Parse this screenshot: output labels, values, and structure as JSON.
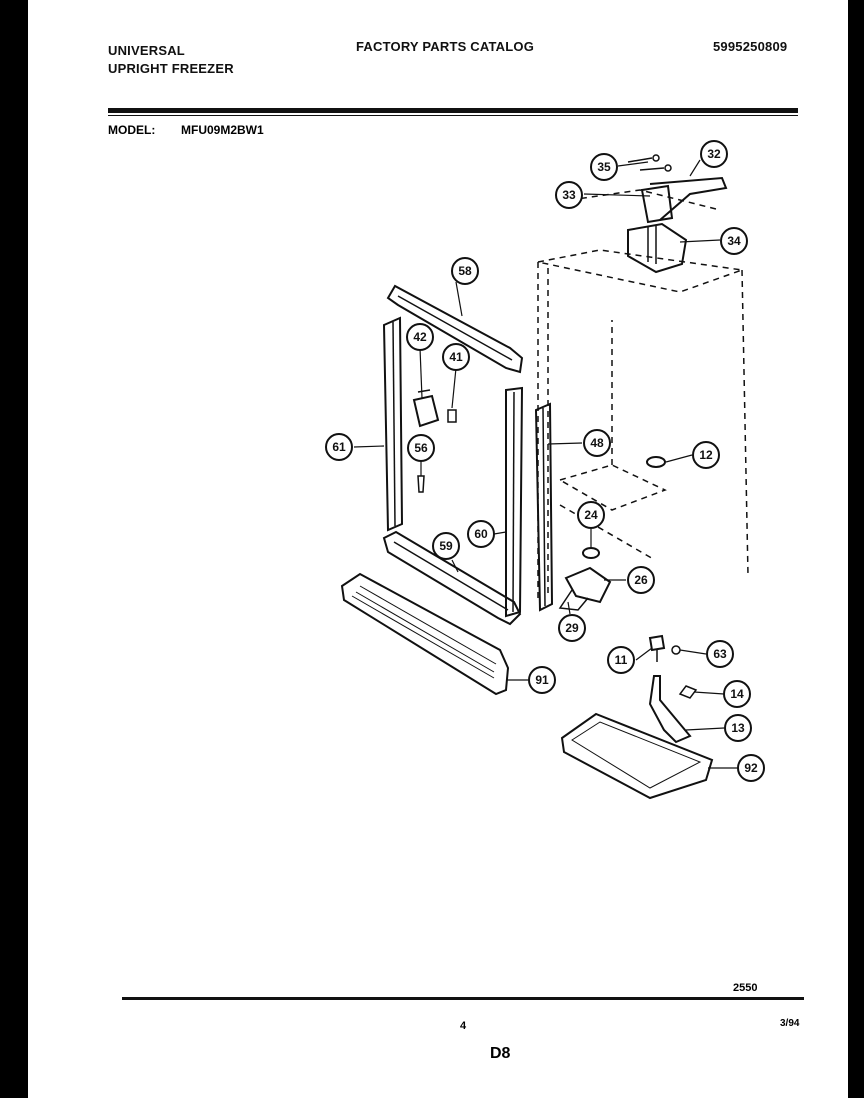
{
  "header": {
    "brand_line1": "UNIVERSAL",
    "brand_line2": "UPRIGHT FREEZER",
    "catalog_title": "FACTORY PARTS CATALOG",
    "part_number": "5995250809"
  },
  "model": {
    "label": "MODEL:",
    "value": "MFU09M2BW1"
  },
  "callouts": [
    "32",
    "35",
    "33",
    "34",
    "58",
    "42",
    "41",
    "61",
    "56",
    "48",
    "12",
    "60",
    "59",
    "24",
    "26",
    "29",
    "11",
    "63",
    "14",
    "13",
    "91",
    "92"
  ],
  "footer": {
    "diagram_code": "2550",
    "page_number": "4",
    "date": "3/94",
    "section": "D8"
  }
}
